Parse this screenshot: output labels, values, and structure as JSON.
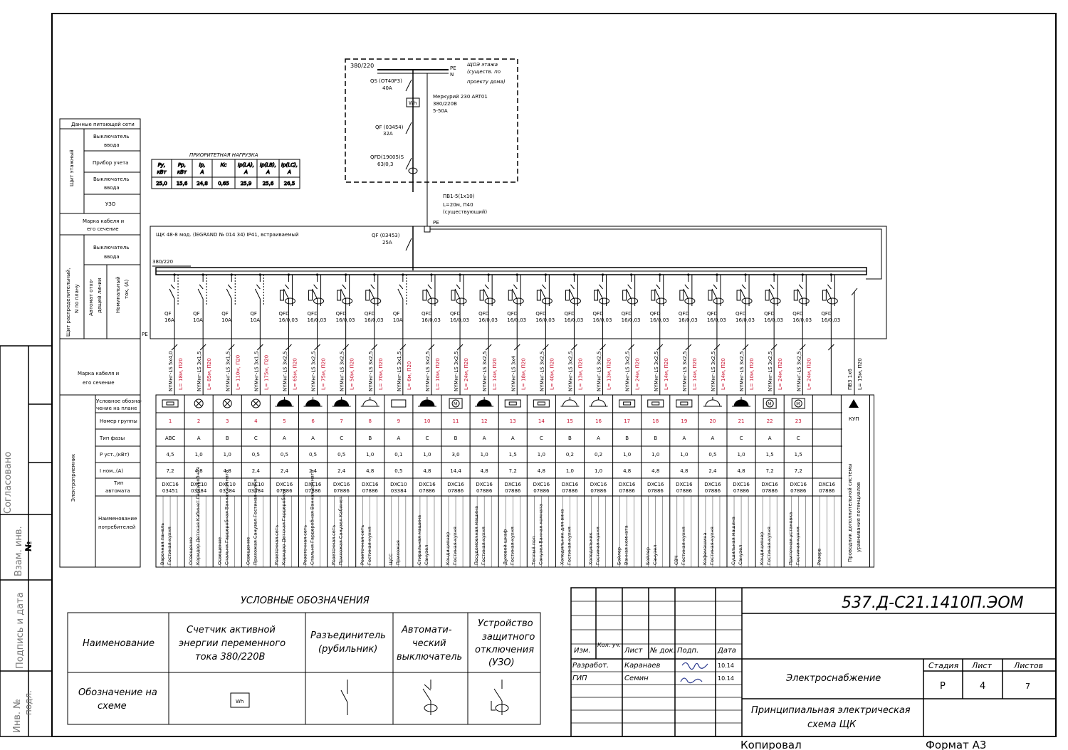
{
  "drawing_code": "537.Д-С21.1410П.ЭОМ",
  "stamp": {
    "cols": [
      "Изм.",
      "Кол. уч.",
      "Лист",
      "№ док.",
      "Подп.",
      "Дата"
    ],
    "developed_label": "Разработ.",
    "developed_name": "Каранаев",
    "developed_date": "10.14",
    "gip_label": "ГИП",
    "gip_name": "Семин",
    "gip_date": "10.14",
    "project": "Электроснабжение",
    "sheet_title_1": "Принципиальная электрическая",
    "sheet_title_2": "схема ЩК",
    "stage_label": "Стадия",
    "sheet_label": "Лист",
    "sheets_label": "Листов",
    "stage": "Р",
    "sheet": "4",
    "sheets": "7",
    "copied": "Копировал",
    "format": "Формат  А3"
  },
  "side_labels": {
    "agreed": "Согласовано",
    "inv_swap_1": "Взам. инв.",
    "inv_swap_2": "№",
    "sign_date": "Подпись и дата",
    "inv_orig_1": "Инв. №",
    "inv_orig_2": "подл."
  },
  "floor_panel": {
    "title": "ЩОЭ этажа",
    "note_1": "(существ. по",
    "note_2": "проекту дома)",
    "voltage": "380/220",
    "pe": "PE",
    "n": "N",
    "qs_label": "QS (OT40F3)",
    "qs_rating": "40A",
    "meter_symbol": "Wh",
    "meter_1": "Меркурий 230 ART01",
    "meter_2": "380/220В",
    "meter_3": "5-50А",
    "qf_label": "QF (03454)",
    "qf_rating": "32A",
    "qfd_label": "QFD(19005)S",
    "qfd_rating": "63/0,3",
    "cable_1": "ПВ1-5(1х10)",
    "cable_2": "L=20м, П40",
    "cable_3": "(существующий)",
    "pe2": "PE"
  },
  "panel": {
    "title": "ЩК 48-8 мод. (lEGRAND № 014 34) IP41, встраиваемый",
    "voltage": "380/220",
    "qf_label": "QF (03453)",
    "qf_rating": "25A",
    "pe": "PE"
  },
  "left_table": {
    "supply_data": "Данные питающей сети",
    "floor_panel": "Щит этажный",
    "input_switch_1": "Выключатель",
    "input_switch_2": "ввода",
    "meter": "Прибор учета",
    "switch_1": "Выключатель",
    "switch_2": "ввода",
    "rcd": "УЗО",
    "cable_brand_1": "Марка кабеля и",
    "cable_brand_2": "его сечение",
    "dist_panel_1": "Щит распределительный,",
    "dist_panel_2": "N по плану",
    "panel_switch_1": "Выключатель",
    "panel_switch_2": "ввода",
    "outgoing_1": "Автомат отхо-",
    "outgoing_2": "дящей линии",
    "nominal_1": "Номинальный",
    "nominal_2": "ток, (А)",
    "cable2_1": "Марка кабеля и",
    "cable2_2": "его сечение",
    "receiver": "Электроприемник",
    "row_symbol_1": "Условное обозна-",
    "row_symbol_2": "чение на плане",
    "row_group": "Номер группы",
    "row_phase": "Тип фазы",
    "row_power": "P уст.,(кВт)",
    "row_current": "I ном.,(А)",
    "row_breaker_1": "Тип",
    "row_breaker_2": "автомата",
    "row_name_1": "Наименование",
    "row_name_2": "потребителей"
  },
  "priority_load": {
    "title": "ПРИОРИТЕТНАЯ НАГРУЗКА",
    "headers": [
      [
        "Ру,",
        "кВт"
      ],
      [
        "Рр,",
        "кВт"
      ],
      [
        "Iр,",
        "А"
      ],
      [
        "Кс",
        ""
      ],
      [
        "Iр(LA),",
        "А"
      ],
      [
        "Iр(LB),",
        "А"
      ],
      [
        "Iр(LC),",
        "А"
      ]
    ],
    "values": [
      "25,0",
      "15,6",
      "24,8",
      "0,65",
      "25,9",
      "25,6",
      "26,5"
    ]
  },
  "groups": [
    {
      "breaker": "QF",
      "rating": "16A",
      "cable": "NYMнг-LS 5х4,0",
      "length": "L= 18м, П20",
      "sym": "heater",
      "num": "1",
      "phase": "ABC",
      "p": "4,5",
      "i": "7,2",
      "type1": "DXC16",
      "type2": "03451",
      "n1": "Варочная панель",
      "n2": "Гостиная-кухня"
    },
    {
      "breaker": "QF",
      "rating": "10A",
      "cable": "NYMнг-LS 3х1,5",
      "length": "L= 85м, П20",
      "sym": "lamp",
      "num": "2",
      "phase": "A",
      "p": "1,0",
      "i": "4,8",
      "type1": "DXC10",
      "type2": "03384",
      "n1": "Освещение",
      "n2": "Коридор Детская Кабинет Гардеробная"
    },
    {
      "breaker": "QF",
      "rating": "10A",
      "cable": "NYMнг-LS 3х1,5",
      "length": "L= 110м, П20",
      "sym": "lamp",
      "num": "3",
      "phase": "B",
      "p": "1,0",
      "i": "4,8",
      "type1": "DXC10",
      "type2": "03384",
      "n1": "Освещение",
      "n2": "Спальня Гардеробная Ванная комната"
    },
    {
      "breaker": "QF",
      "rating": "10A",
      "cable": "NYMнг-LS 3х1,5",
      "length": "L= 175м, П20",
      "sym": "lamp",
      "num": "4",
      "phase": "C",
      "p": "0,5",
      "i": "2,4",
      "type1": "DXC10",
      "type2": "03384",
      "n1": "Освещение",
      "n2": "Прихожая Санузел Гостиная-кухня"
    },
    {
      "breaker": "QFD",
      "rating": "16/0,03",
      "cable": "NYMнг-LS 3х2,5",
      "length": "L= 65м, П20",
      "sym": "socket_f",
      "num": "5",
      "phase": "A",
      "p": "0,5",
      "i": "2,4",
      "type1": "DXC16",
      "type2": "07886",
      "n1": "Розеточная сеть",
      "n2": "Коридор Детская Гардеробная"
    },
    {
      "breaker": "QFD",
      "rating": "16/0,03",
      "cable": "NYMнг-LS 3х2,5",
      "length": "L= 75м, П20",
      "sym": "socket_f",
      "num": "6",
      "phase": "A",
      "p": "0,5",
      "i": "2,4",
      "type1": "DXC16",
      "type2": "07886",
      "n1": "Розеточная сеть",
      "n2": "Спальня Гардеробная Ванная комната"
    },
    {
      "breaker": "QFD",
      "rating": "16/0,03",
      "cable": "NYMнг-LS 3х2,5",
      "length": "L= 50м, П20",
      "sym": "socket_f",
      "num": "7",
      "phase": "C",
      "p": "0,5",
      "i": "2,4",
      "type1": "DXC16",
      "type2": "07886",
      "n1": "Розеточная сеть",
      "n2": "Прихожая Санузел Кабинет"
    },
    {
      "breaker": "QFD",
      "rating": "16/0,03",
      "cable": "NYMнг-LS 3х2,5",
      "length": "L= 70м, П20",
      "sym": "socket",
      "num": "8",
      "phase": "B",
      "p": "1,0",
      "i": "4,8",
      "type1": "DXC16",
      "type2": "07886",
      "n1": "Розеточная сеть",
      "n2": "Гостиная-кухня"
    },
    {
      "breaker": "QF",
      "rating": "10A",
      "cable": "NYMнг-LS 3х1,5",
      "length": "L= 6м, П20",
      "sym": "box",
      "num": "9",
      "phase": "A",
      "p": "0,1",
      "i": "0,5",
      "type1": "DXC10",
      "type2": "03384",
      "n1": "ЩСС",
      "n2": "Прихожая"
    },
    {
      "breaker": "QFD",
      "rating": "16/0,03",
      "cable": "NYMнг-LS 3х2,5",
      "length": "L= 10м, П20",
      "sym": "socket_f",
      "num": "10",
      "phase": "C",
      "p": "1,0",
      "i": "4,8",
      "type1": "DXC16",
      "type2": "07886",
      "n1": "Стиральная машина",
      "n2": "Санузел"
    },
    {
      "breaker": "QFD",
      "rating": "16/0,03",
      "cable": "NYMнг-LS 3х2,5",
      "length": "L= 24м, П20",
      "sym": "motor",
      "num": "11",
      "phase": "B",
      "p": "3,0",
      "i": "14,4",
      "type1": "DXC16",
      "type2": "07886",
      "n1": "Кондиционер",
      "n2": "Гостиная-кухня"
    },
    {
      "breaker": "QFD",
      "rating": "16/0,03",
      "cable": "NYMнг-LS 3х2,5",
      "length": "L= 14м, П20",
      "sym": "socket_f",
      "num": "12",
      "phase": "A",
      "p": "1,0",
      "i": "4,8",
      "type1": "DXC16",
      "type2": "07886",
      "n1": "Посудомоечная машина",
      "n2": "Гостиная-кухня"
    },
    {
      "breaker": "QFD",
      "rating": "16/0,03",
      "cable": "NYMнг-LS 3х4",
      "length": "L= 18м, П20",
      "sym": "heater",
      "num": "13",
      "phase": "A",
      "p": "1,5",
      "i": "7,2",
      "type1": "DXC16",
      "type2": "07886",
      "n1": "Духовой шкаф",
      "n2": "Гостиная-кухня"
    },
    {
      "breaker": "QFD",
      "rating": "16/0,03",
      "cable": "NYMнг-LS 3х2,5",
      "length": "L= 40м, П20",
      "sym": "heater",
      "num": "14",
      "phase": "C",
      "p": "1,0",
      "i": "4,8",
      "type1": "DXC16",
      "type2": "07886",
      "n1": "Теплый пол",
      "n2": "Санузел Ванная комната"
    },
    {
      "breaker": "QFD",
      "rating": "16/0,03",
      "cable": "NYMнг-LS 3х2,5",
      "length": "L= 13м, П20",
      "sym": "socket",
      "num": "15",
      "phase": "B",
      "p": "0,2",
      "i": "1,0",
      "type1": "DXC16",
      "type2": "07886",
      "n1": "Холодильник для вина",
      "n2": "Гостиная-кухня"
    },
    {
      "breaker": "QFD",
      "rating": "16/0,03",
      "cable": "NYMнг-LS 3х2,5",
      "length": "L= 13м, П20",
      "sym": "socket",
      "num": "16",
      "phase": "A",
      "p": "0,2",
      "i": "1,0",
      "type1": "DXC16",
      "type2": "07886",
      "n1": "Холодильник",
      "n2": "Гостиная-кухня"
    },
    {
      "breaker": "QFD",
      "rating": "16/0,03",
      "cable": "NYMнг-LS 3х2,5",
      "length": "L= 24м, П20",
      "sym": "heater",
      "num": "17",
      "phase": "B",
      "p": "1,0",
      "i": "4,8",
      "type1": "DXC16",
      "type2": "07886",
      "n1": "Бойлер",
      "n2": "Ванная комната"
    },
    {
      "breaker": "QFD",
      "rating": "16/0,03",
      "cable": "NYMнг-LS 3х2,5",
      "length": "L= 14м, П20",
      "sym": "heater",
      "num": "18",
      "phase": "B",
      "p": "1,0",
      "i": "4,8",
      "type1": "DXC16",
      "type2": "07886",
      "n1": "Бойлер",
      "n2": "Санузел"
    },
    {
      "breaker": "QFD",
      "rating": "16/0,03",
      "cable": "NYMнг-LS 3х2,5",
      "length": "L= 14м, П20",
      "sym": "heater",
      "num": "19",
      "phase": "A",
      "p": "1,0",
      "i": "4,8",
      "type1": "DXC16",
      "type2": "07886",
      "n1": "СВЧ",
      "n2": "Гостиная-кухня"
    },
    {
      "breaker": "QFD",
      "rating": "16/0,03",
      "cable": "NYMнг-LS 3х2,5",
      "length": "L= 14м, П20",
      "sym": "socket",
      "num": "20",
      "phase": "A",
      "p": "0,5",
      "i": "2,4",
      "type1": "DXC16",
      "type2": "07886",
      "n1": "Кофемашина",
      "n2": "Гостиная-кухня"
    },
    {
      "breaker": "QFD",
      "rating": "16/0,03",
      "cable": "NYMнг-LS 3х2,5",
      "length": "L= 10м, П20",
      "sym": "socket_f",
      "num": "21",
      "phase": "C",
      "p": "1,0",
      "i": "4,8",
      "type1": "DXC16",
      "type2": "07886",
      "n1": "Сушильная машина",
      "n2": "Санузел"
    },
    {
      "breaker": "QFD",
      "rating": "16/0,03",
      "cable": "NYMнг-LS 3х2,5",
      "length": "L= 24м, П20",
      "sym": "motor",
      "num": "22",
      "phase": "A",
      "p": "1,5",
      "i": "7,2",
      "type1": "DXC16",
      "type2": "07886",
      "n1": "Кондиционер",
      "n2": "Гостиная-кухня"
    },
    {
      "breaker": "QFD",
      "rating": "16/0,03",
      "cable": "NYMнг-LS 3х2,5",
      "length": "L= 24м, П20",
      "sym": "motor",
      "num": "23",
      "phase": "C",
      "p": "1,5",
      "i": "7,2",
      "type1": "DXC16",
      "type2": "07886",
      "n1": "Приточная установка",
      "n2": "Гостиная-кухня"
    },
    {
      "breaker": "QFD",
      "rating": "16/0,03",
      "cable": "",
      "length": "",
      "sym": "none",
      "num": "",
      "phase": "",
      "p": "",
      "i": "",
      "type1": "DXC16",
      "type2": "07886",
      "n1": "Резерв",
      "n2": ""
    }
  ],
  "kup": {
    "cable": "ПВ3 1х6",
    "length": "L= 15м, П20",
    "label": "КУП",
    "desc_1": "Проводник дополнительной системы",
    "desc_2": "уравнивания потенциалов"
  },
  "legend": {
    "title": "УСЛОВНЫЕ ОБОЗНАЧЕНИЯ",
    "name_header": "Наименование",
    "symbol_header_1": "Обозначение на",
    "symbol_header_2": "схеме",
    "meter_1": "Счетчик активной",
    "meter_2": "энергии переменного",
    "meter_3": "тока 380/220В",
    "meter_symbol": "Wh",
    "disc_1": "Разъединитель",
    "disc_2": "(рубильник)",
    "breaker_1": "Автомати-",
    "breaker_2": "ческий",
    "breaker_3": "выключатель",
    "rcd_1": "Устройство",
    "rcd_2": "защитного",
    "rcd_3": "отключения",
    "rcd_4": "(УЗО)"
  }
}
